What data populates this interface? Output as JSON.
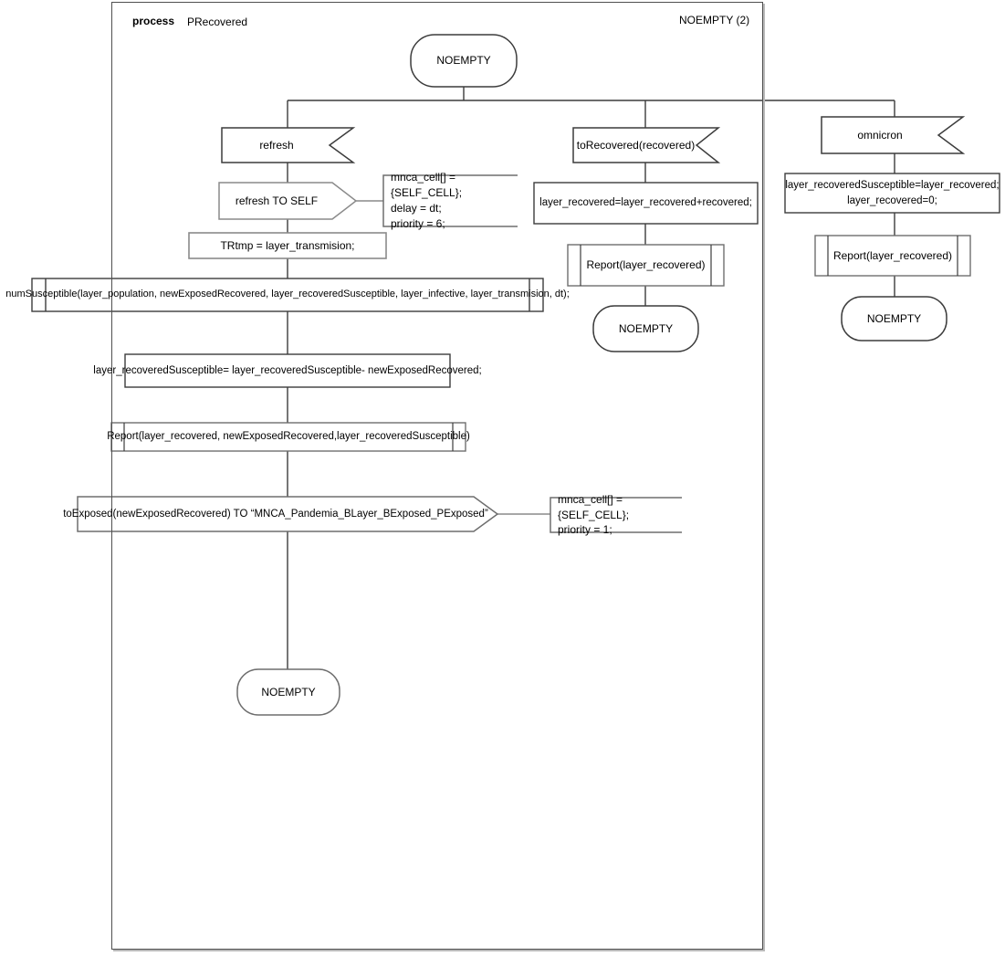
{
  "frame": {
    "type_label": "process",
    "name": "PRecovered",
    "page_label": "NOEMPTY (2)"
  },
  "colors": {
    "outline_dark": "#3c3c3c",
    "outline_gray": "#8a8a8a",
    "text": "#000000"
  },
  "nodes": {
    "start_state": "NOEMPTY",
    "refresh_branch": {
      "input": "refresh",
      "output_self": "refresh TO SELF",
      "output_self_params": "mnca_cell[] = {SELF_CELL};\ndelay = dt;\npriority = 6;",
      "task_trtmp": "TRtmp  = layer_transmision;",
      "proc_numsusceptible": "numSusceptible(layer_population, newExposedRecovered, layer_recoveredSusceptible, layer_infective, layer_transmision, dt);",
      "task_update": "layer_recoveredSusceptible= layer_recoveredSusceptible- newExposedRecovered;",
      "proc_report": "Report(layer_recovered, newExposedRecovered,layer_recoveredSusceptible)",
      "output_toexposed": "toExposed(newExposedRecovered) TO “MNCA_Pandemia_BLayer_BExposed_PExposed”",
      "output_toexposed_params": "mnca_cell[] = {SELF_CELL};\npriority = 1;",
      "end_state": "NOEMPTY"
    },
    "torecovered_branch": {
      "input": "toRecovered(recovered)",
      "task": "layer_recovered=layer_recovered+recovered;",
      "proc_report": "Report(layer_recovered)",
      "end_state": "NOEMPTY"
    },
    "omnicron_branch": {
      "input": "omnicron",
      "task": "layer_recoveredSusceptible=layer_recovered;\nlayer_recovered=0;",
      "proc_report": "Report(layer_recovered)",
      "end_state": "NOEMPTY"
    }
  }
}
